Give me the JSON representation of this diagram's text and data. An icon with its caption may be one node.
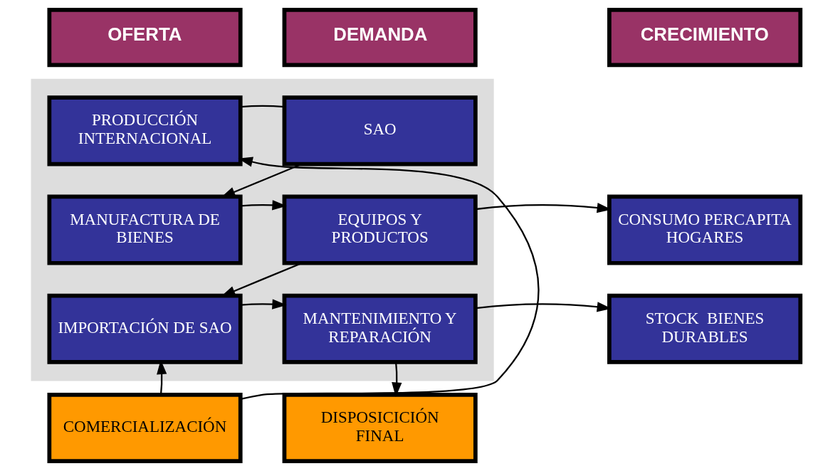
{
  "diagram": {
    "nodes": [
      {
        "text": [
          "OFERTA"
        ]
      },
      {
        "text": [
          "DEMANDA"
        ]
      },
      {
        "text": [
          "CRECIMIENTO"
        ]
      },
      {
        "text": [],
        "shape": "box"
      },
      {
        "text": [
          "PRODUCCIÓN INTERNACIONAL"
        ],
        "in": 3
      },
      {
        "text": [
          "SAO"
        ],
        "in": 3
      },
      {
        "text": [
          "CONSUMO PERCAPITA HOGARES"
        ]
      },
      {
        "text": [
          "MANUFACTURA DE BIENES"
        ],
        "in": 3
      },
      {
        "text": [
          "EQUIPOS Y PRODUCTOS"
        ],
        "in": 3
      },
      {
        "text": [
          "IMPORTACIÓN DE SAO"
        ],
        "in": 3
      },
      {
        "text": [
          "MANTENIMIENTO Y REPARACIÓN"
        ],
        "in": 3
      },
      {
        "text": [
          "STOCK  BIENES DURABLES"
        ]
      },
      {
        "text": [
          "COMERCIALIZACIÓN"
        ]
      },
      {
        "text": [
          "DISPOSICICIÓN FINAL"
        ]
      }
    ],
    "edges": [
      {
        "from": 4,
        "to": 5,
        "arrow": "none"
      },
      {
        "from": 5,
        "to": 7,
        "arrow": "to"
      },
      {
        "from": 7,
        "to": 8,
        "arrow": "to"
      },
      {
        "from": 8,
        "to": 9,
        "arrow": "to"
      },
      {
        "from": 9,
        "to": 10,
        "arrow": "to"
      },
      {
        "from": 8,
        "to": 6,
        "arrow": "to"
      },
      {
        "from": 10,
        "to": 11,
        "arrow": "to"
      },
      {
        "from": 10,
        "to": 13,
        "arrow": "to"
      },
      {
        "from": 12,
        "to": 4,
        "arrow": "to"
      },
      {
        "from": 12,
        "to": 9,
        "arrow": "to"
      }
    ]
  }
}
